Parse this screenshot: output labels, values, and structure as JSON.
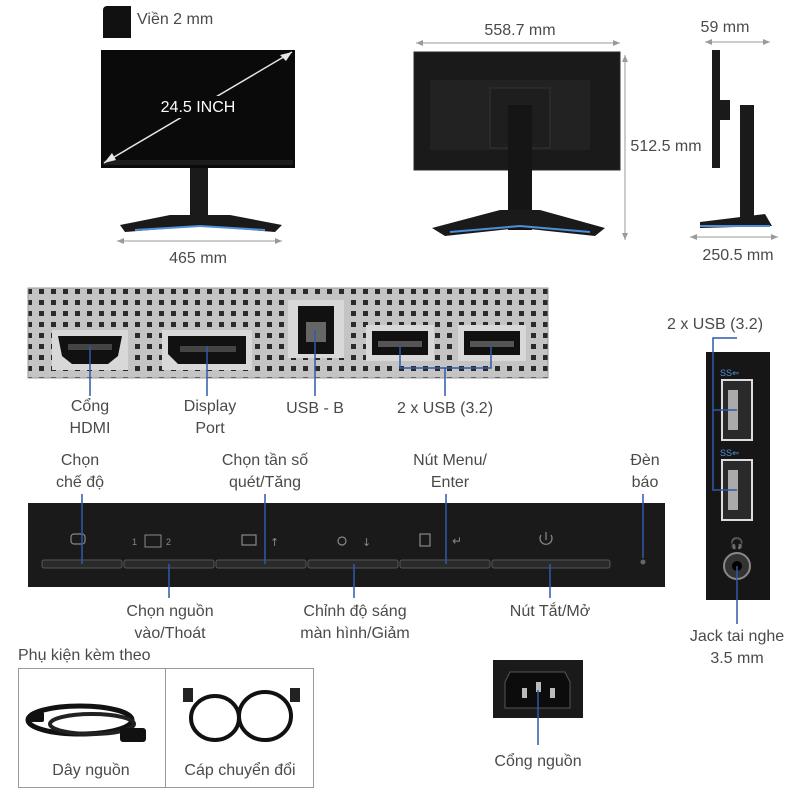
{
  "top": {
    "bezel_label": "Viền 2 mm",
    "diagonal_label": "24.5 INCH",
    "front_width_label": "465 mm",
    "back_width_label": "558.7 mm",
    "height_label": "512.5 mm",
    "depth_label": "59 mm",
    "base_depth_label": "250.5 mm"
  },
  "ports": {
    "hdmi_label": "Cổng\nHDMI",
    "displayport_label": "Display\nPort",
    "usb_b_label": "USB - B",
    "usb_label": "2 x USB (3.2)"
  },
  "buttons": {
    "mode_label": "Chọn\nchế độ",
    "refresh_label": "Chọn tần số\nquét/Tăng",
    "menu_label": "Nút Menu/\nEnter",
    "led_label": "Đèn\nbáo",
    "input_label": "Chọn nguồn\nvào/Thoát",
    "brightness_label": "Chỉnh độ sáng\nmàn hình/Giảm",
    "power_label": "Nút Tắt/Mở"
  },
  "side_panel": {
    "usb_label": "2 x USB (3.2)",
    "headphone_label": "Jack tai nghe\n3.5 mm"
  },
  "accessories": {
    "title": "Phụ kiện kèm theo",
    "power_cable_label": "Dây nguồn",
    "converter_cable_label": "Cáp chuyển đổi"
  },
  "power_port_label": "Cổng nguồn",
  "colors": {
    "accent": "#2e5aa8",
    "dim": "#9a9a9a",
    "text": "#4a4a4a"
  }
}
